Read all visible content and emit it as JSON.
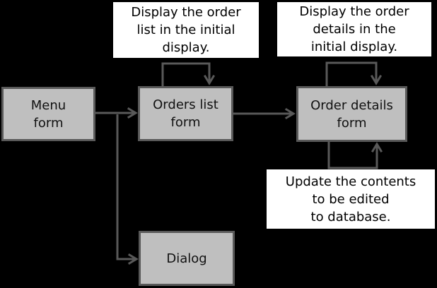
{
  "colors": {
    "background": "#000000",
    "node_fill": "#bfbfbf",
    "node_border": "#595959",
    "arrow": "#595959",
    "note_bg": "#ffffff",
    "note_text": "#000000"
  },
  "nodes": [
    {
      "id": "menu-form",
      "lines": [
        "Menu",
        "form"
      ]
    },
    {
      "id": "orders-list-form",
      "lines": [
        "Orders list",
        "form"
      ]
    },
    {
      "id": "order-details-form",
      "lines": [
        "Order details",
        "form"
      ]
    },
    {
      "id": "dialog",
      "lines": [
        "Dialog"
      ]
    }
  ],
  "notes": [
    {
      "id": "note-order-list",
      "lines": [
        "Display the order",
        "list in the initial",
        "display."
      ]
    },
    {
      "id": "note-order-details",
      "lines": [
        "Display the order",
        "details in the",
        "initial display."
      ]
    },
    {
      "id": "note-update-db",
      "lines": [
        "Update the contents",
        "to be edited",
        "to database."
      ]
    }
  ],
  "arrows": [
    {
      "id": "menu-to-orders-list",
      "desc": "Menu form to Orders list form"
    },
    {
      "id": "menu-branch-to-dialog",
      "desc": "Menu form branch down to Dialog"
    },
    {
      "id": "orders-list-to-order-details",
      "desc": "Orders list form to Order details form"
    },
    {
      "id": "orders-list-self-loop-top",
      "desc": "Self loop above Orders list form"
    },
    {
      "id": "order-details-self-loop-top",
      "desc": "Self loop above Order details form"
    },
    {
      "id": "order-details-self-loop-bottom",
      "desc": "Self loop below Order details form"
    }
  ]
}
